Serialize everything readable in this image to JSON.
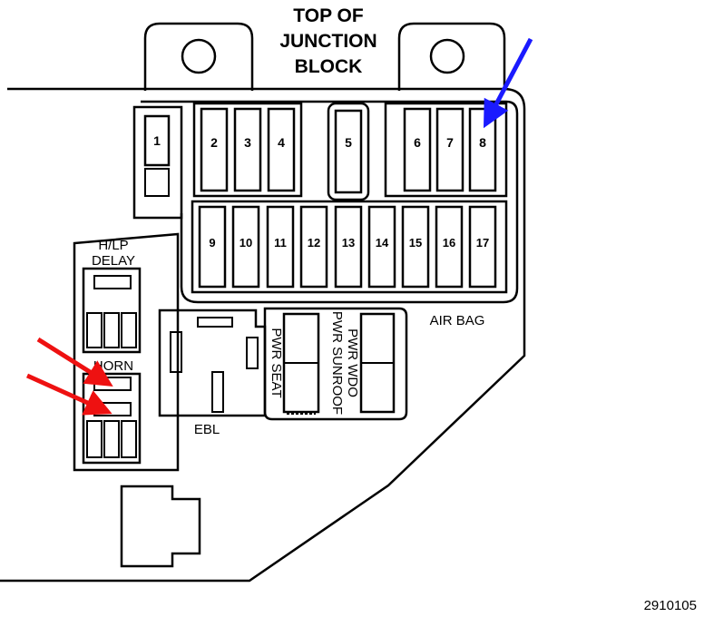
{
  "title": {
    "line1": "TOP OF",
    "line2": "JUNCTION",
    "line3": "BLOCK"
  },
  "fuses_top": [
    "1",
    "2",
    "3",
    "4",
    "5",
    "6",
    "7",
    "8"
  ],
  "fuses_bottom": [
    "9",
    "10",
    "11",
    "12",
    "13",
    "14",
    "15",
    "16",
    "17"
  ],
  "relay_labels": {
    "hlp_delay_line1": "H/LP",
    "hlp_delay_line2": "DELAY",
    "horn": "HORN",
    "ebl": "EBL",
    "air_bag": "AIR BAG",
    "pwr_seat": "PWR SEAT",
    "pwr_sunroof": "PWR SUNROOF",
    "pwr_wdo": "PWR WDO"
  },
  "figure_id": "2910105",
  "arrows": [
    {
      "color": "#1a1aff",
      "target": "fuse 8"
    },
    {
      "color": "#ee1111",
      "target": "horn relay"
    },
    {
      "color": "#ee1111",
      "target": "horn relay"
    }
  ],
  "colors": {
    "line": "#000000",
    "blue_arrow": "#1a1aff",
    "red_arrow": "#ee1111"
  }
}
